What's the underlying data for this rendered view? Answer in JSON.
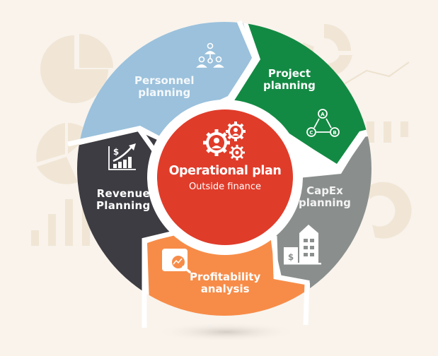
{
  "diagram": {
    "type": "cycle",
    "center": {
      "title": "Operational plan",
      "subtitle": "Outside finance",
      "icon": "gears-people-icon",
      "color": "#e03c2a"
    },
    "segments": [
      {
        "id": "personnel",
        "line1": "Personnel",
        "line2": "planning",
        "icon": "team-network-icon",
        "color": "#9bc1dc"
      },
      {
        "id": "project",
        "line1": "Project",
        "line2": "planning",
        "icon": "abc-cycle-icon",
        "color": "#138a43"
      },
      {
        "id": "capex",
        "line1": "CapEx",
        "line2": "planning",
        "icon": "building-dollar-icon",
        "color": "#8a8f8d"
      },
      {
        "id": "profitability",
        "line1": "Profitability",
        "line2": "analysis",
        "icon": "magnifier-chart-icon",
        "color": "#f78c48"
      },
      {
        "id": "revenue",
        "line1": "Revenue",
        "line2": "Planning",
        "icon": "growth-chart-dollar-icon",
        "color": "#3d3c42"
      }
    ],
    "flow": "clockwise",
    "background_color": "#f9f3ec",
    "background_decor_color": "#f1e6d5"
  }
}
